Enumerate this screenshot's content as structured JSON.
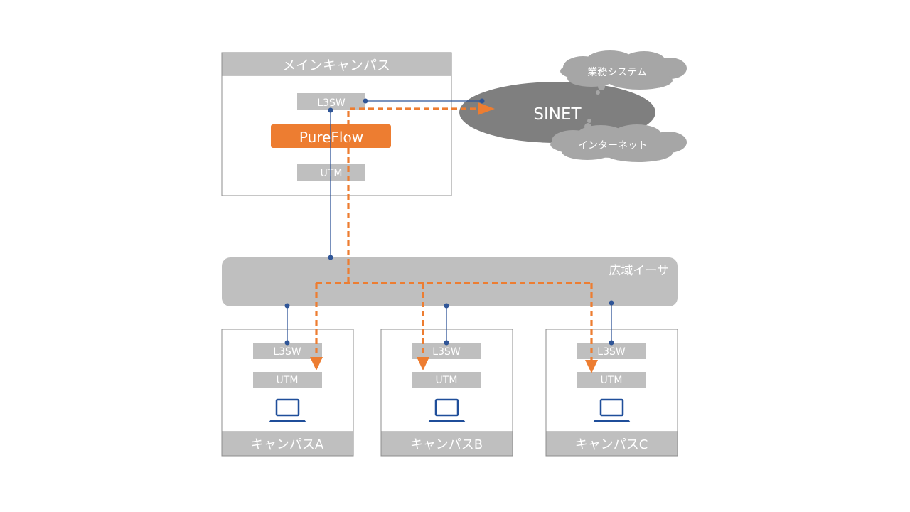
{
  "main_campus": {
    "title": "メインキャンパス",
    "l3sw": "L3SW",
    "pureflow": "PureFlow",
    "utm": "UTM"
  },
  "cloud": {
    "sinet": "SINET",
    "business_systems": "業務システム",
    "internet": "インターネット"
  },
  "wan": {
    "label": "広域イーサ"
  },
  "campuses": [
    {
      "l3sw": "L3SW",
      "utm": "UTM",
      "name": "キャンパスA"
    },
    {
      "l3sw": "L3SW",
      "utm": "UTM",
      "name": "キャンパスB"
    },
    {
      "l3sw": "L3SW",
      "utm": "UTM",
      "name": "キャンパスC"
    }
  ],
  "colors": {
    "accent": "#ED7D31",
    "link": "#2F5597",
    "device": "#BFBFBF",
    "header": "#BFBFBF",
    "cloud_dark": "#7F7F7F",
    "cloud_light": "#A6A6A6",
    "laptop": "#1F4E9A"
  },
  "icons": [
    "laptop-icon",
    "cloud-icon"
  ]
}
